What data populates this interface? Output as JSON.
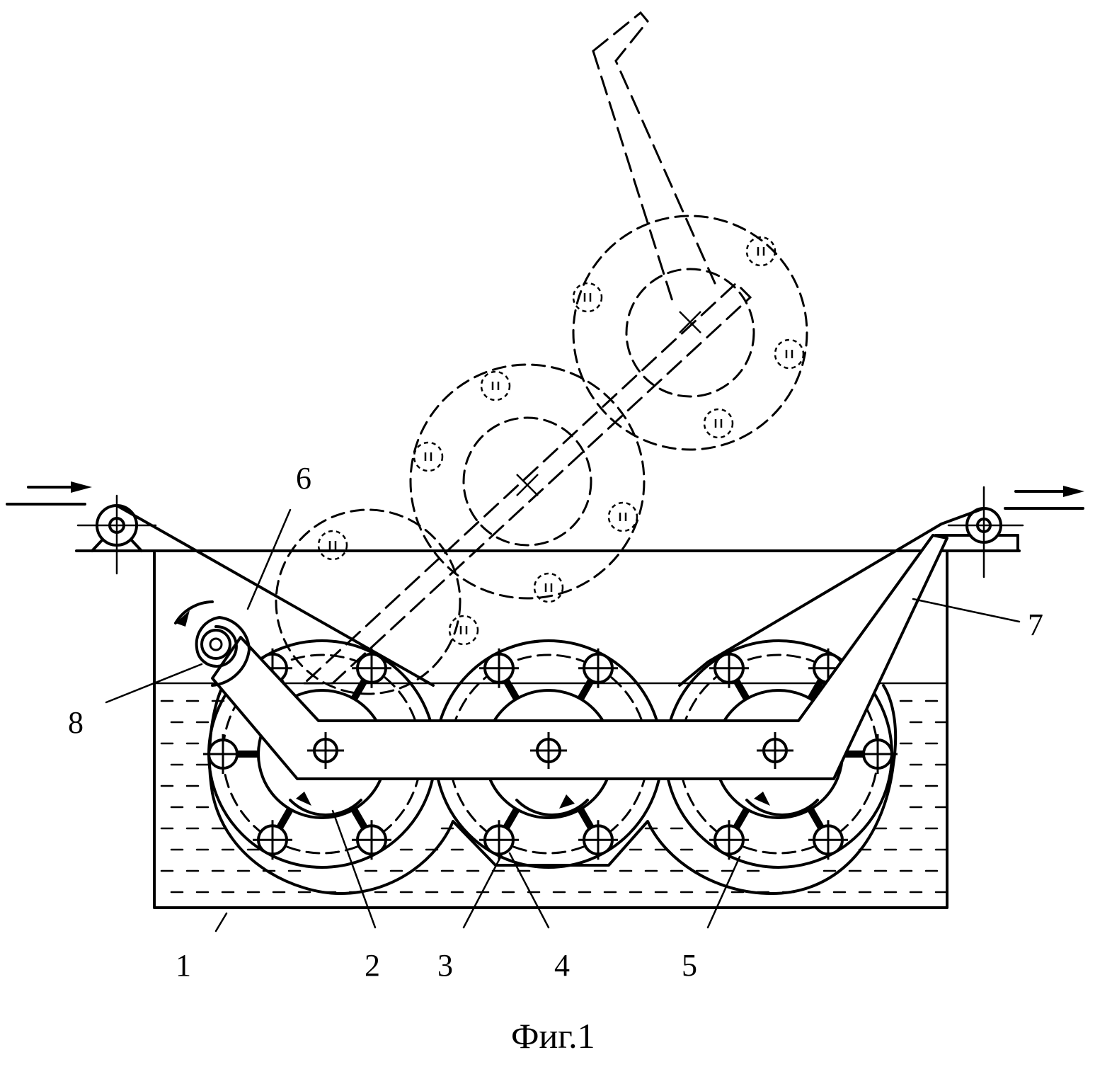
{
  "figure": {
    "caption": "Фиг.1",
    "labels": {
      "n1": "1",
      "n2": "2",
      "n3": "3",
      "n4": "4",
      "n5": "5",
      "n6": "6",
      "n7": "7",
      "n8": "8"
    }
  }
}
